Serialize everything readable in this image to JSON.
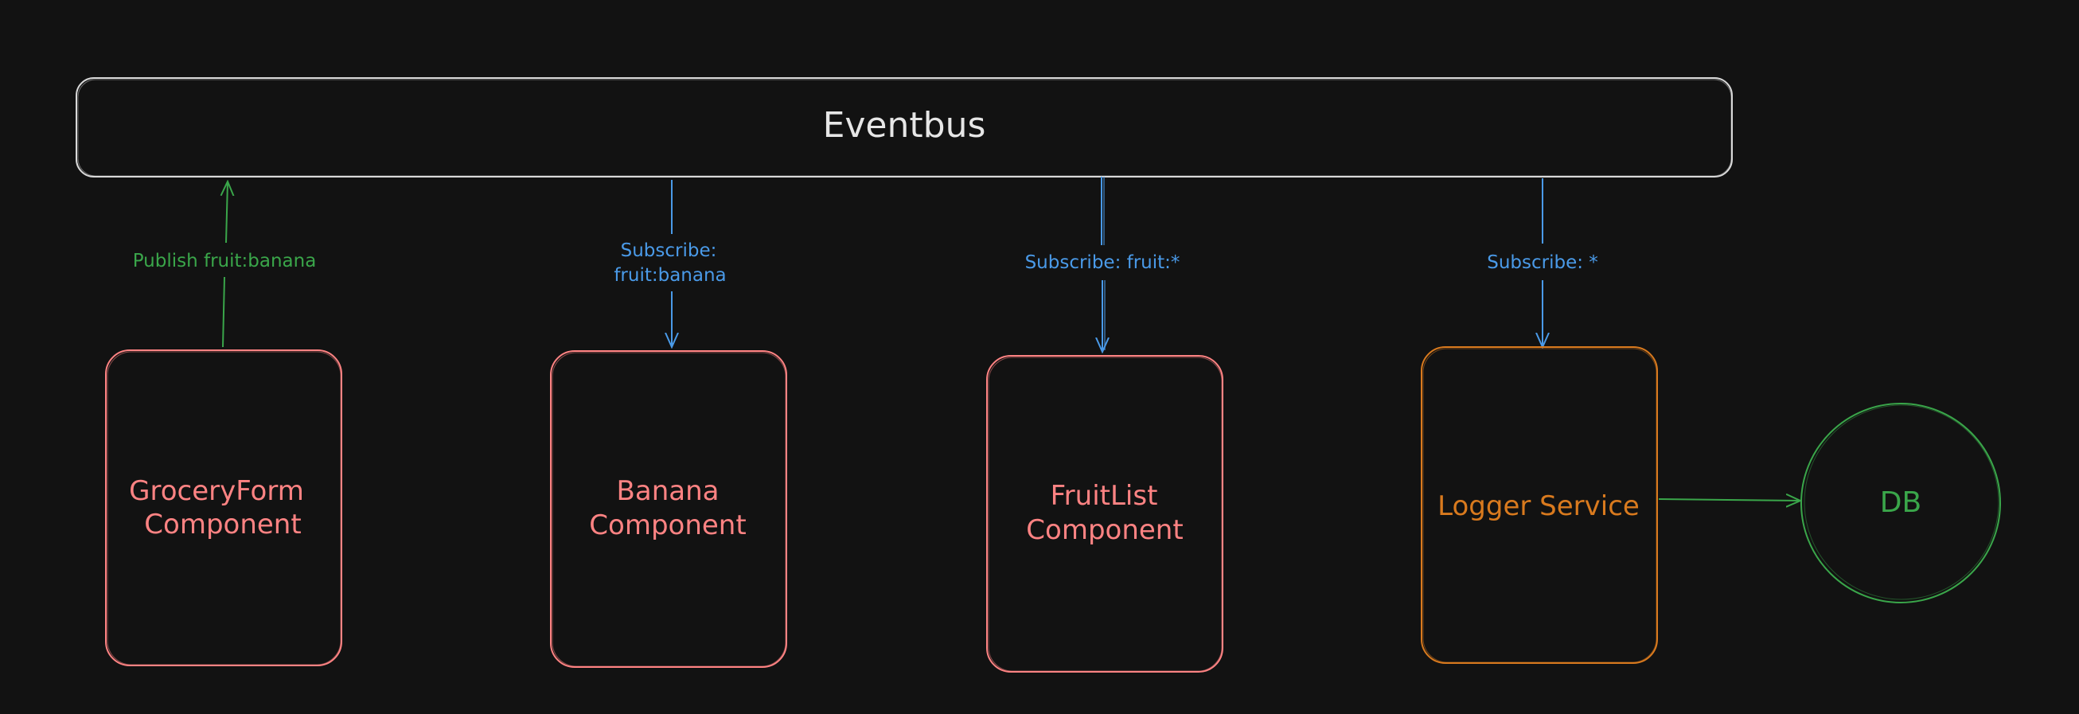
{
  "eventbus": {
    "label": "Eventbus",
    "stroke": "#d9d9d9"
  },
  "colors": {
    "background": "#121212",
    "component": "#ff8383",
    "service": "#d97a1e",
    "db": "#3aa64a",
    "publish": "#3aa64a",
    "subscribe": "#4a9ae8",
    "eventbus_text": "#e6e6e6"
  },
  "components": [
    {
      "id": "grocery-form",
      "line1": "GroceryForm",
      "line2": "Component"
    },
    {
      "id": "banana",
      "line1": "Banana",
      "line2": "Component"
    },
    {
      "id": "fruit-list",
      "line1": "FruitList",
      "line2": "Component"
    }
  ],
  "logger": {
    "label": "Logger Service"
  },
  "db": {
    "label": "DB"
  },
  "edges": {
    "publish": {
      "label": "Publish fruit:banana"
    },
    "subscribe_banana": {
      "line1": "Subscribe:",
      "line2": "fruit:banana"
    },
    "subscribe_fruitlist": {
      "label": "Subscribe: fruit:*"
    },
    "subscribe_logger": {
      "label": "Subscribe: *"
    }
  }
}
